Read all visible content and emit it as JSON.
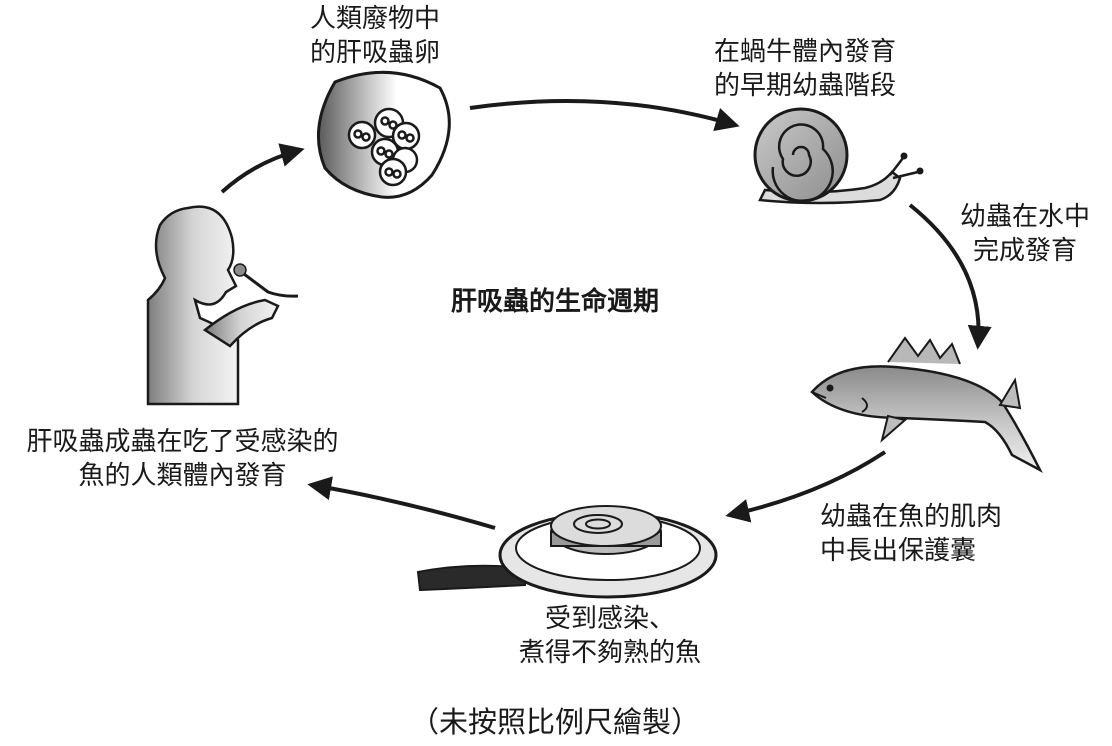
{
  "title": "肝吸蟲的生命週期",
  "stages": {
    "eggs": [
      "人類廢物中",
      "的肝吸蟲卵"
    ],
    "snail": [
      "在蝸牛體內發育",
      "的早期幼蟲階段"
    ],
    "water": [
      "幼蟲在水中",
      "完成發育"
    ],
    "fish": [
      "幼蟲在魚的肌肉",
      "中長出保護囊"
    ],
    "cooking": [
      "受到感染、",
      "煮得不夠熟的魚"
    ],
    "human": [
      "肝吸蟲成蟲在吃了受感染的",
      "魚的人類體內發育"
    ]
  },
  "footnote": "（未按照比例尺繪製）",
  "icons": [
    "waste-blob-icon",
    "snail-icon",
    "fish-icon",
    "frying-pan-icon",
    "person-eating-icon"
  ],
  "colors": {
    "ink": "#1a1a1a",
    "shade": "#9a9a9a",
    "light_shade": "#d8d8d8"
  }
}
